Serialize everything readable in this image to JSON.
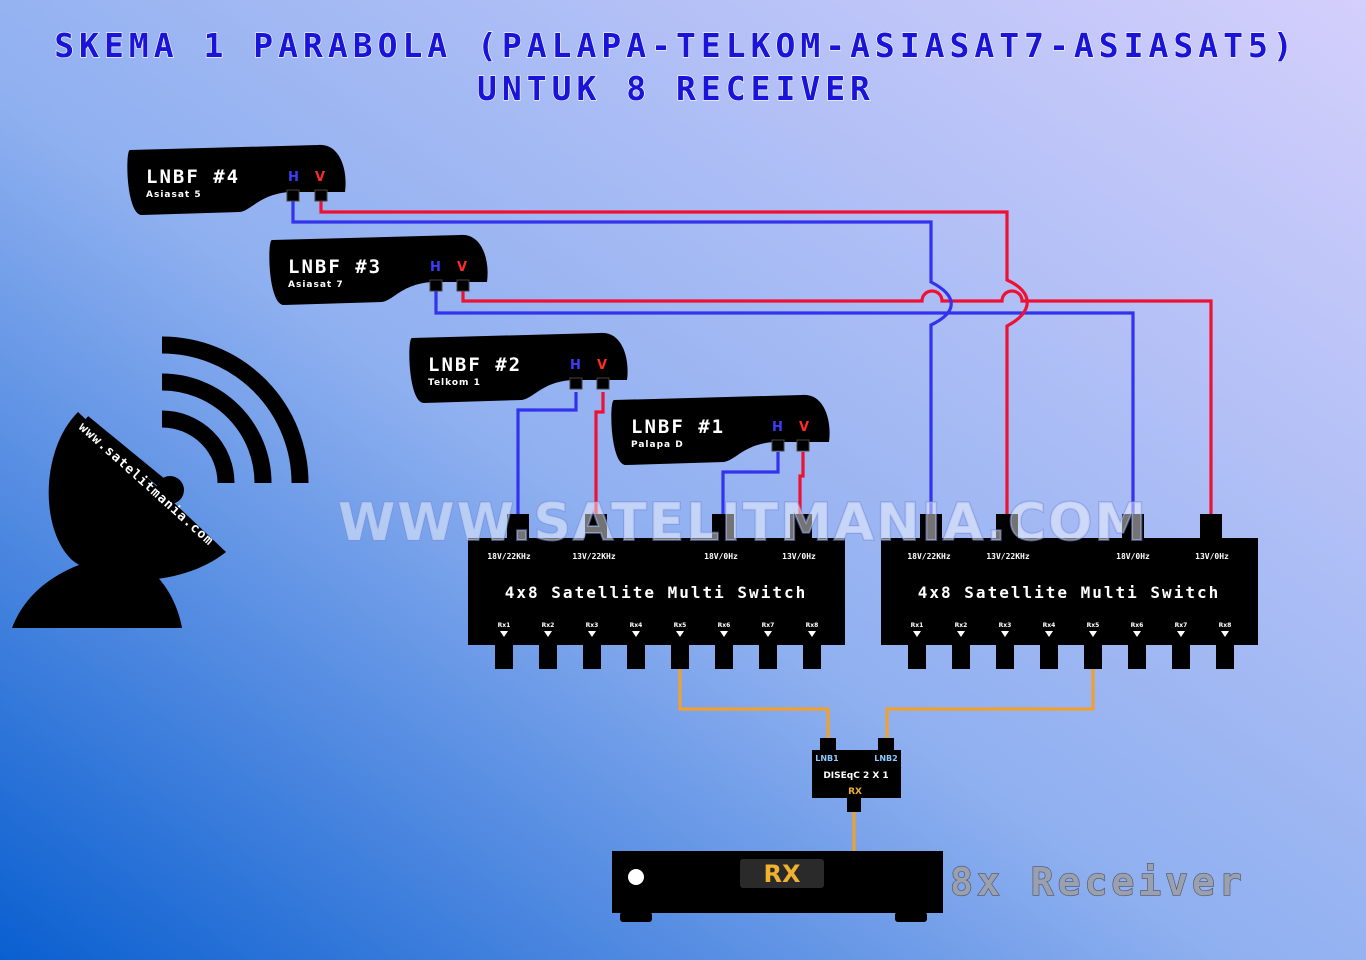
{
  "title": {
    "line1": "SKEMA 1 PARABOLA (PALAPA-TELKOM-ASIASAT7-ASIASAT5)",
    "line2": "UNTUK 8 RECEIVER"
  },
  "watermark": "WWW.SATELITMANIA.COM",
  "dish_website": "www.satelitmania.com",
  "polarity": {
    "h": "H",
    "v": "V"
  },
  "lnbs": [
    {
      "name": "LNBF #1",
      "satellite": "Palapa D"
    },
    {
      "name": "LNBF #2",
      "satellite": "Telkom 1"
    },
    {
      "name": "LNBF #3",
      "satellite": "Asiasat 7"
    },
    {
      "name": "LNBF #4",
      "satellite": "Asiasat 5"
    }
  ],
  "switches": [
    {
      "name": "4x8 Satellite Multi Switch",
      "inputs": [
        "18V/22KHz",
        "13V/22KHz",
        "18V/0Hz",
        "13V/0Hz"
      ],
      "outputs": [
        "Rx1",
        "Rx2",
        "Rx3",
        "Rx4",
        "Rx5",
        "Rx6",
        "Rx7",
        "Rx8"
      ]
    },
    {
      "name": "4x8 Satellite Multi Switch",
      "inputs": [
        "18V/22KHz",
        "13V/22KHz",
        "18V/0Hz",
        "13V/0Hz"
      ],
      "outputs": [
        "Rx1",
        "Rx2",
        "Rx3",
        "Rx4",
        "Rx5",
        "Rx6",
        "Rx7",
        "Rx8"
      ]
    }
  ],
  "diseqc": {
    "name": "DISEqC 2 X 1",
    "in1": "LNB1",
    "in2": "LNB2",
    "out": "RX"
  },
  "receiver": {
    "display": "RX",
    "label": "8x Receiver"
  },
  "colors": {
    "h_cable": "#3333ee",
    "v_cable": "#ee1133",
    "coax": "#f0a030",
    "bg_dark": "#0a5fd0",
    "bg_light": "#d4cffc"
  }
}
